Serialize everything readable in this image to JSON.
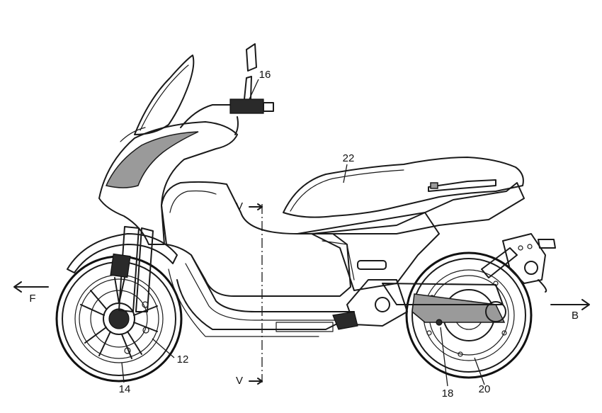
{
  "labels": {
    "ref_12": "12",
    "ref_14": "14",
    "ref_16": "16",
    "ref_18": "18",
    "ref_20": "20",
    "ref_22": "22",
    "section_top": "V",
    "section_bottom": "V",
    "direction_front": "F",
    "direction_back": "B"
  },
  "colors": {
    "ink": "#1a1a1a",
    "shading": "#9a9a9a",
    "background": "#ffffff"
  }
}
